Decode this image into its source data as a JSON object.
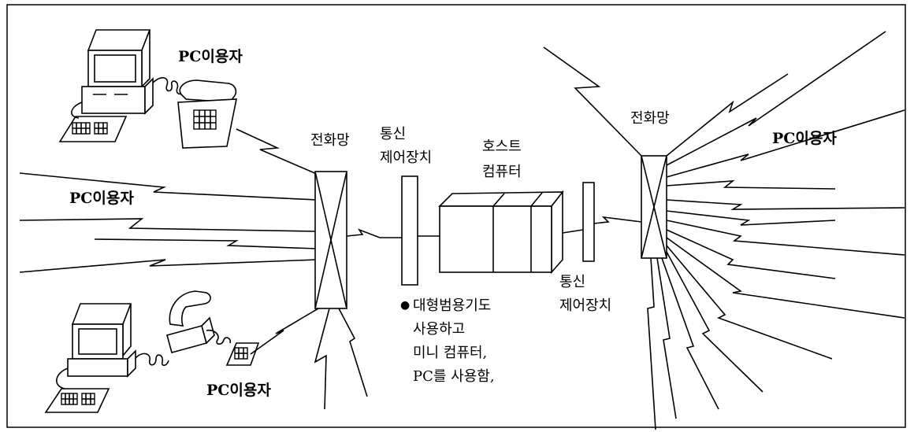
{
  "labels": {
    "pc_user_top_left": "PC이용자",
    "pc_user_mid_left": "PC이용자",
    "pc_user_bottom_left": "PC이용자",
    "pc_user_right": "PC이용자",
    "phone_network_left": "전화망",
    "phone_network_right": "전화망",
    "comm_ctrl_left_line1": "통신",
    "comm_ctrl_left_line2": "제어장치",
    "host_line1": "호스트",
    "host_line2": "컴퓨터",
    "comm_ctrl_right_line1": "통신",
    "comm_ctrl_right_line2": "제어장치",
    "note_bullet": "●",
    "note_line1": "대형범용기도",
    "note_line2": "사용하고",
    "note_line3": "미니 컴퓨터,",
    "note_line4": "PC를 사용함,"
  },
  "icons": [
    "desktop-computer-icon",
    "telephone-icon",
    "keyboard-icon",
    "modem-icon"
  ]
}
